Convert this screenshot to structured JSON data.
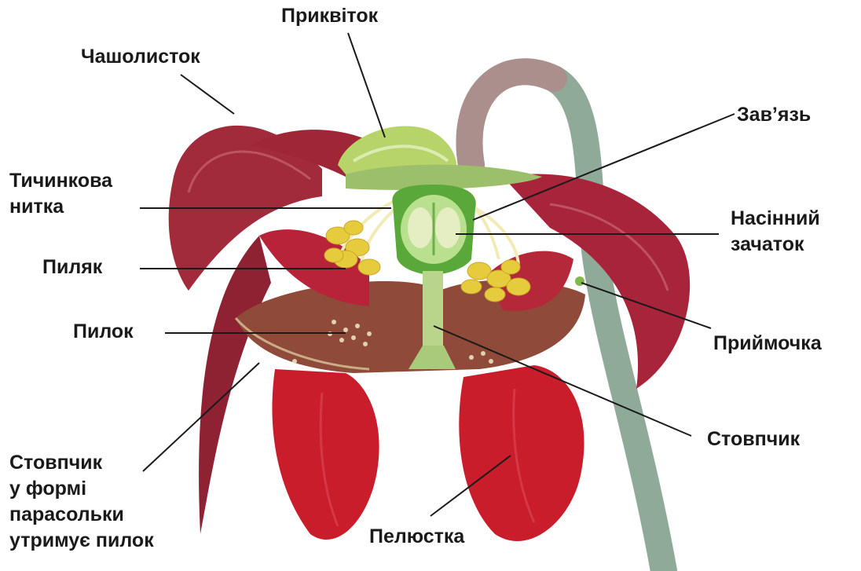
{
  "colors": {
    "background": "#ffffff",
    "label_text": "#1a1a1a",
    "leader_line": "#1a1a1a",
    "petal_red": "#c71c2a",
    "sepal_red": "#9b2437",
    "bract_green": "#b7d46a",
    "ovary_green": "#5aa83a",
    "stem_green": "#8faa98",
    "anther_yellow": "#e6cc3c"
  },
  "labels": {
    "bract": "Приквіток",
    "sepal": "Чашолисток",
    "ovary": "Зав’язь",
    "filament": [
      "Тичинкова",
      "нитка"
    ],
    "ovule": [
      "Насінний",
      "зачаток"
    ],
    "anther": "Пиляк",
    "pollen": "Пилок",
    "stigma": "Приймочка",
    "style": "Стовпчик",
    "umbrella_style": [
      "Стовпчик",
      "у формі",
      "парасольки",
      "утримує пилок"
    ],
    "petal": "Пелюстка"
  }
}
